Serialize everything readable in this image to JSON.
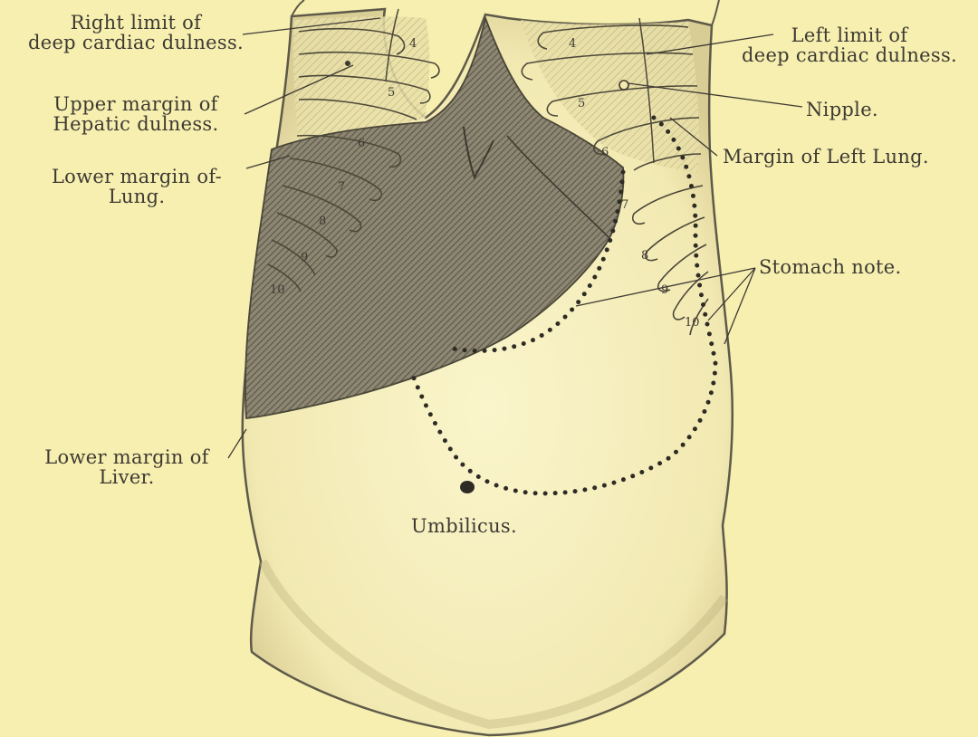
{
  "labels": {
    "right_limit_cardiac": "Right limit of\ndeep cardiac dulness.",
    "upper_margin_hepatic": "Upper margin of\nHepatic dulness.",
    "lower_margin_lung": "Lower margin of-\nLung.",
    "left_limit_cardiac": "Left limit of\ndeep cardiac dulness.",
    "nipple": "Nipple.",
    "margin_left_lung": "Margin of Left Lung.",
    "stomach_note": "Stomach note.",
    "lower_margin_liver": "Lower margin of\nLiver.",
    "umbilicus": "Umbilicus."
  },
  "rib_numbers_right": [
    "4",
    "5",
    "6",
    "7",
    "8",
    "9",
    "10"
  ],
  "rib_numbers_left": [
    "4",
    "5",
    "6",
    "7",
    "8",
    "9",
    "10"
  ],
  "colors": {
    "paper": "#f6efb0",
    "ink": "#3e3a33",
    "shading": "#6f6a58",
    "body_fill": "#f8f2c4"
  }
}
